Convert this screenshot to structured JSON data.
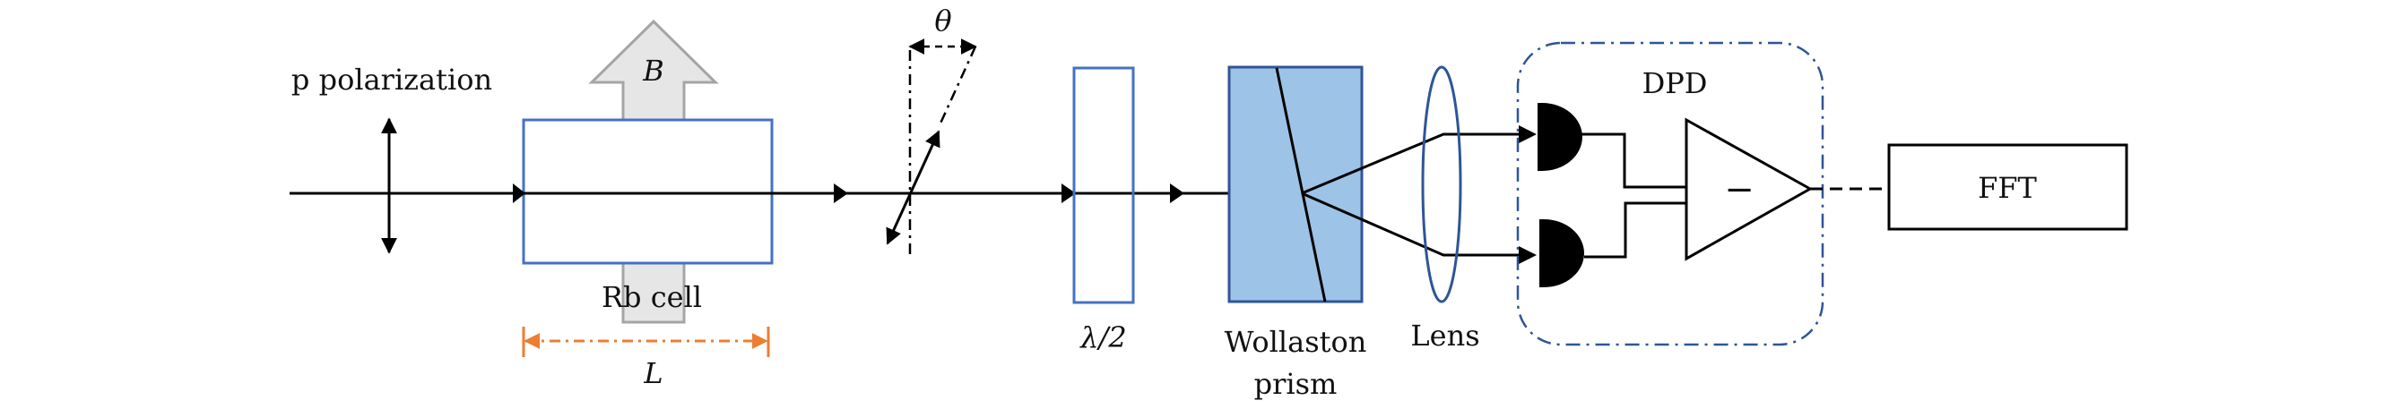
{
  "labels": {
    "input_polarization": "p polarization",
    "magnetic_field": "B",
    "rb_cell": "Rb cell",
    "length": "L",
    "rotation_angle": "θ",
    "half_wave_plate": "λ/2",
    "wollaston_line1": "Wollaston",
    "wollaston_line2": "prism",
    "lens": "Lens",
    "detector_group": "DPD",
    "subtract_sign": "−",
    "fft": "FFT"
  },
  "colors": {
    "beam": "#000000",
    "optic_outline": "#4472c4",
    "wollaston_fill": "#9dc3e6",
    "wollaston_outline": "#2f5597",
    "lens_outline": "#2f5597",
    "dpd_border": "#2f5597",
    "field_arrow_fill": "#e7e6e6",
    "field_arrow_stroke": "#a5a5a5",
    "length_marker": "#ed7d31"
  }
}
